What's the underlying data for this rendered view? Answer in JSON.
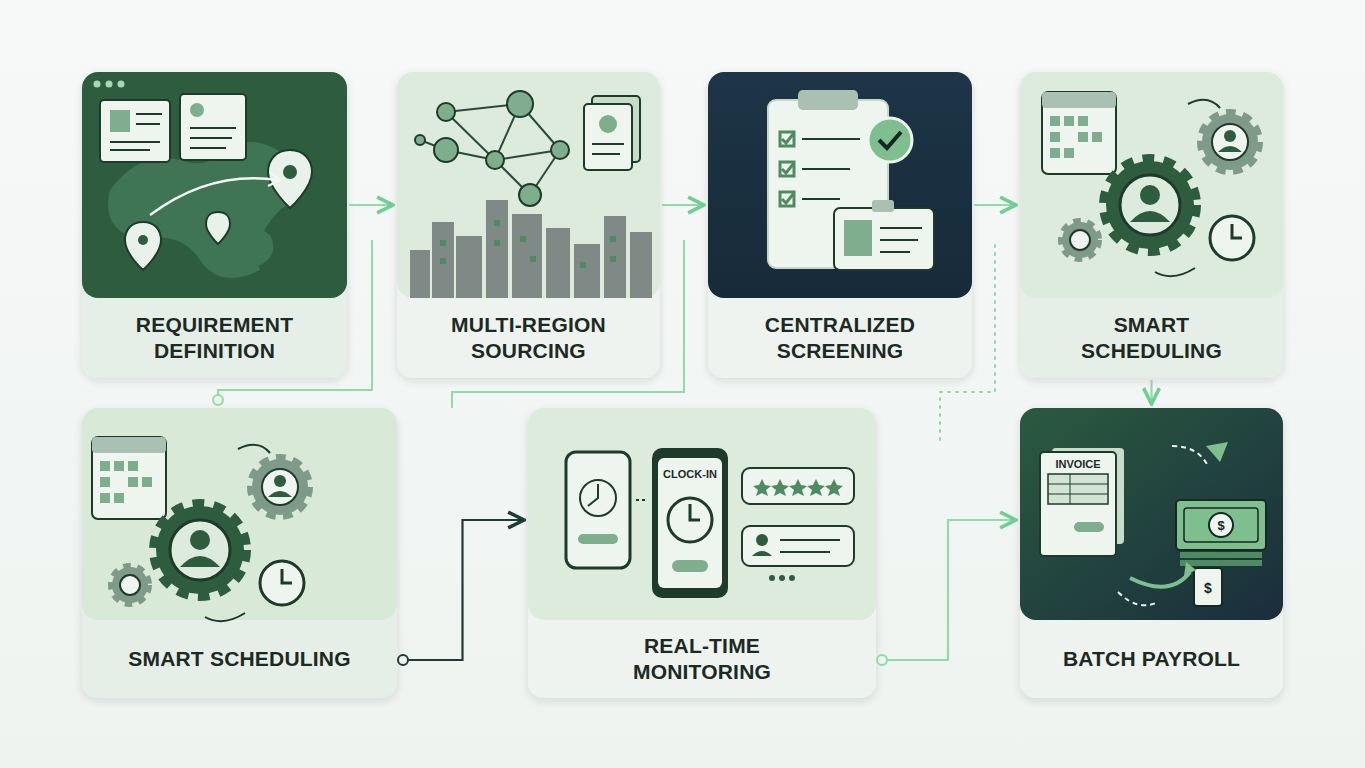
{
  "diagram": {
    "nodes": [
      {
        "text": [
          "REQUIREMENT DEFINITION"
        ]
      },
      {
        "text": [
          "MULTI-REGION SOURCING"
        ]
      },
      {
        "text": [
          "CENTRALIZED SCREENING"
        ]
      },
      {
        "text": [
          "SMART SCHEDULING"
        ]
      },
      {
        "text": [
          "SMART SCHEDULING"
        ]
      },
      {
        "text": [
          "REAL-TIME MONITORING"
        ]
      },
      {
        "text": [
          "BATCH PAYROLL"
        ]
      }
    ],
    "edges": [
      {
        "from": 0,
        "to": 1,
        "arrow": "to"
      },
      {
        "from": 1,
        "to": 2,
        "arrow": "to"
      },
      {
        "from": 2,
        "to": 3,
        "arrow": "to"
      },
      {
        "from": 3,
        "to": 6,
        "arrow": "to"
      },
      {
        "from": 4,
        "to": 5,
        "arrow": "to"
      },
      {
        "from": 5,
        "to": 6,
        "arrow": "to"
      }
    ],
    "labels": [
      "CLOCK-IN",
      "INVOICE",
      "$",
      "$"
    ]
  }
}
